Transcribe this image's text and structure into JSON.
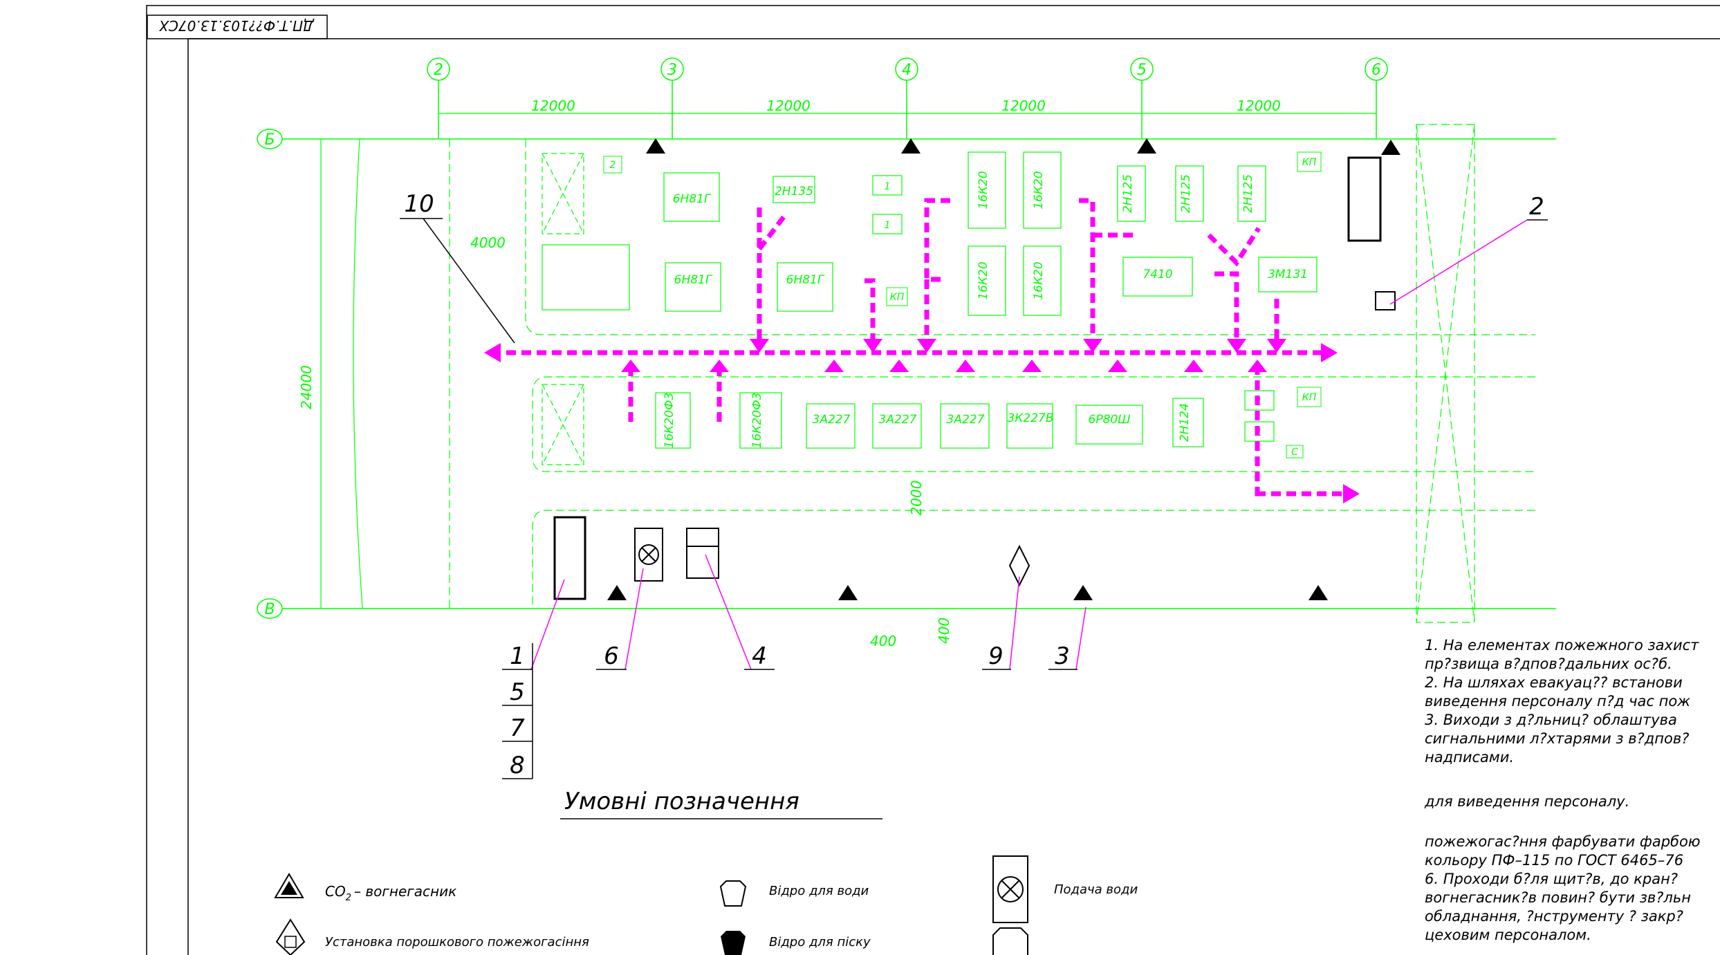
{
  "stamp": "ДП.Т.Ф??103.13.07СХ",
  "axes": {
    "columns": [
      "2",
      "3",
      "4",
      "5",
      "6"
    ],
    "rows": [
      "Б",
      "В"
    ]
  },
  "dimensions": {
    "span": "12000",
    "left_offset": "4000",
    "height": "24000",
    "aisle": "2000",
    "det_a": "400",
    "det_b": "400"
  },
  "machines": [
    {
      "label": "6Н81Г"
    },
    {
      "label": "6Н81Г"
    },
    {
      "label": "6Н81Г"
    },
    {
      "label": "2Н135"
    },
    {
      "label": "16К20"
    },
    {
      "label": "16К20"
    },
    {
      "label": "16К20"
    },
    {
      "label": "16К20"
    },
    {
      "label": "2Н125"
    },
    {
      "label": "2Н125"
    },
    {
      "label": "2Н125"
    },
    {
      "label": "7410"
    },
    {
      "label": "3М131"
    },
    {
      "label": "16К20Ф3"
    },
    {
      "label": "16К20Ф3"
    },
    {
      "label": "3А227"
    },
    {
      "label": "3А227"
    },
    {
      "label": "3А227"
    },
    {
      "label": "3К227В"
    },
    {
      "label": "6Р80Ш"
    },
    {
      "label": "2Н124"
    }
  ],
  "small_tags": {
    "one": "1",
    "two": "2",
    "kp": "КП",
    "s": "С"
  },
  "callouts": [
    "10",
    "2",
    "1",
    "5",
    "7",
    "8",
    "6",
    "4",
    "9",
    "3"
  ],
  "legend": {
    "title": "Умовні позначення",
    "items": [
      {
        "icon": "co2-extinguisher-icon",
        "label_a": "CO",
        "sub": "2",
        "label_b": "– вогнегасник"
      },
      {
        "icon": "powder-install-icon",
        "label": "Установка порошкового пожежогасіння"
      },
      {
        "icon": "water-bucket-icon",
        "label": "Відро для води"
      },
      {
        "icon": "sand-bucket-icon",
        "label": "Відро для піску"
      },
      {
        "icon": "water-supply-icon",
        "label": "Подача води"
      }
    ]
  },
  "notes": [
    "1. На елементах пожежного захист",
    "пр?звища в?дпов?дальних ос?б.",
    "2. На шляхах евакуац?? встанови",
    "виведення персоналу п?д час пож",
    "3. Виходи з д?льниц? облаштува",
    "сигнальними л?хтарями з в?дпов?",
    "надписами.",
    "",
    "для виведення персоналу.",
    "",
    "пожежогас?ння фарбувати фарбою",
    "кольору ПФ–115 по ГОСТ 6465–76",
    "6. Проходи б?ля щит?в, до кран?",
    "вогнегасник?в повин? бути зв?льн",
    "обладнання, ?нструменту ? закр?",
    "цеховим персоналом."
  ],
  "colors": {
    "line": "#00ff00",
    "evacuation": "#ff00ff",
    "callout": "#ff00ff",
    "frame": "#000000"
  }
}
